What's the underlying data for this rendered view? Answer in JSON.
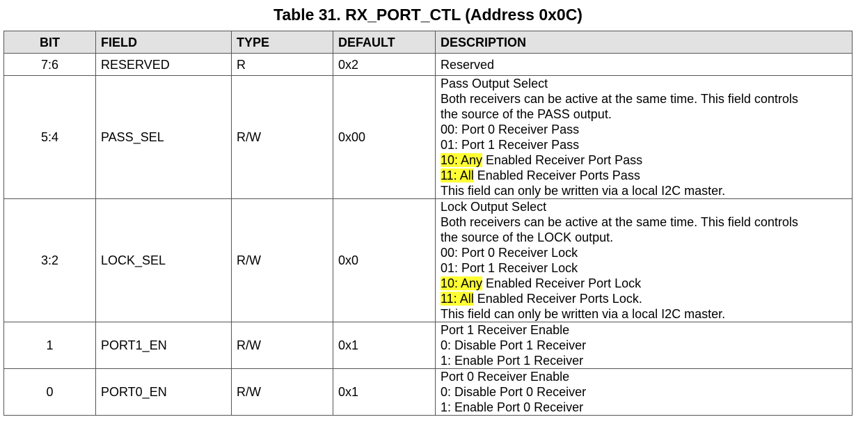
{
  "title": "Table 31. RX_PORT_CTL (Address 0x0C)",
  "columns": {
    "bit": "BIT",
    "field": "FIELD",
    "type": "TYPE",
    "default": "DEFAULT",
    "description": "DESCRIPTION"
  },
  "highlight_color": "#ffff33",
  "rows": [
    {
      "bit": "7:6",
      "field": "RESERVED",
      "type": "R",
      "default": "0x2",
      "description": [
        {
          "text": "Reserved",
          "highlight": "",
          "rest": ""
        }
      ]
    },
    {
      "bit": "5:4",
      "field": "PASS_SEL",
      "type": "R/W",
      "default": "0x00",
      "description": [
        {
          "text": "Pass Output Select",
          "highlight": "",
          "rest": ""
        },
        {
          "text": "Both receivers can be active at the same time. This field controls",
          "highlight": "",
          "rest": ""
        },
        {
          "text": "the source of the PASS output.",
          "highlight": "",
          "rest": ""
        },
        {
          "text": "00: Port 0 Receiver Pass",
          "highlight": "",
          "rest": ""
        },
        {
          "text": "01: Port 1 Receiver Pass",
          "highlight": "",
          "rest": ""
        },
        {
          "text": "",
          "highlight": "10: Any",
          "rest": " Enabled Receiver Port Pass"
        },
        {
          "text": "",
          "highlight": "11: All",
          "rest": " Enabled Receiver Ports Pass"
        },
        {
          "text": "This field can only be written via a local I2C master.",
          "highlight": "",
          "rest": ""
        }
      ]
    },
    {
      "bit": "3:2",
      "field": "LOCK_SEL",
      "type": "R/W",
      "default": "0x0",
      "description": [
        {
          "text": "Lock Output Select",
          "highlight": "",
          "rest": ""
        },
        {
          "text": "Both receivers can be active at the same time. This field controls",
          "highlight": "",
          "rest": ""
        },
        {
          "text": "the source of the LOCK output.",
          "highlight": "",
          "rest": ""
        },
        {
          "text": "00: Port 0 Receiver Lock",
          "highlight": "",
          "rest": ""
        },
        {
          "text": "01: Port 1 Receiver Lock",
          "highlight": "",
          "rest": ""
        },
        {
          "text": "",
          "highlight": "10: Any",
          "rest": " Enabled Receiver Port Lock"
        },
        {
          "text": "",
          "highlight": "11: All",
          "rest": " Enabled Receiver Ports Lock."
        },
        {
          "text": "This field can only be written via a local I2C master.",
          "highlight": "",
          "rest": ""
        }
      ]
    },
    {
      "bit": "1",
      "field": "PORT1_EN",
      "type": "R/W",
      "default": "0x1",
      "description": [
        {
          "text": "Port 1 Receiver Enable",
          "highlight": "",
          "rest": ""
        },
        {
          "text": "0: Disable Port 1 Receiver",
          "highlight": "",
          "rest": ""
        },
        {
          "text": "1: Enable Port 1 Receiver",
          "highlight": "",
          "rest": ""
        }
      ]
    },
    {
      "bit": "0",
      "field": "PORT0_EN",
      "type": "R/W",
      "default": "0x1",
      "description": [
        {
          "text": "Port 0 Receiver Enable",
          "highlight": "",
          "rest": ""
        },
        {
          "text": "0: Disable Port 0 Receiver",
          "highlight": "",
          "rest": ""
        },
        {
          "text": "1: Enable Port 0 Receiver",
          "highlight": "",
          "rest": ""
        }
      ]
    }
  ]
}
